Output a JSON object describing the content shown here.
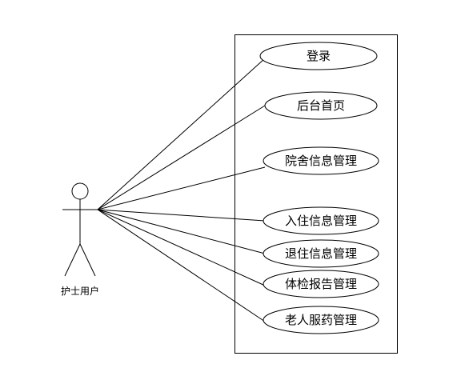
{
  "actor": {
    "label": "护士用户",
    "icon": "stick-figure-actor-icon"
  },
  "use_cases": [
    {
      "label": "登录"
    },
    {
      "label": "后台首页"
    },
    {
      "label": "院舍信息管理"
    },
    {
      "label": "入住信息管理"
    },
    {
      "label": "退住信息管理"
    },
    {
      "label": "体检报告管理"
    },
    {
      "label": "老人服药管理"
    }
  ],
  "colors": {
    "stroke": "#000000",
    "background": "#ffffff"
  }
}
